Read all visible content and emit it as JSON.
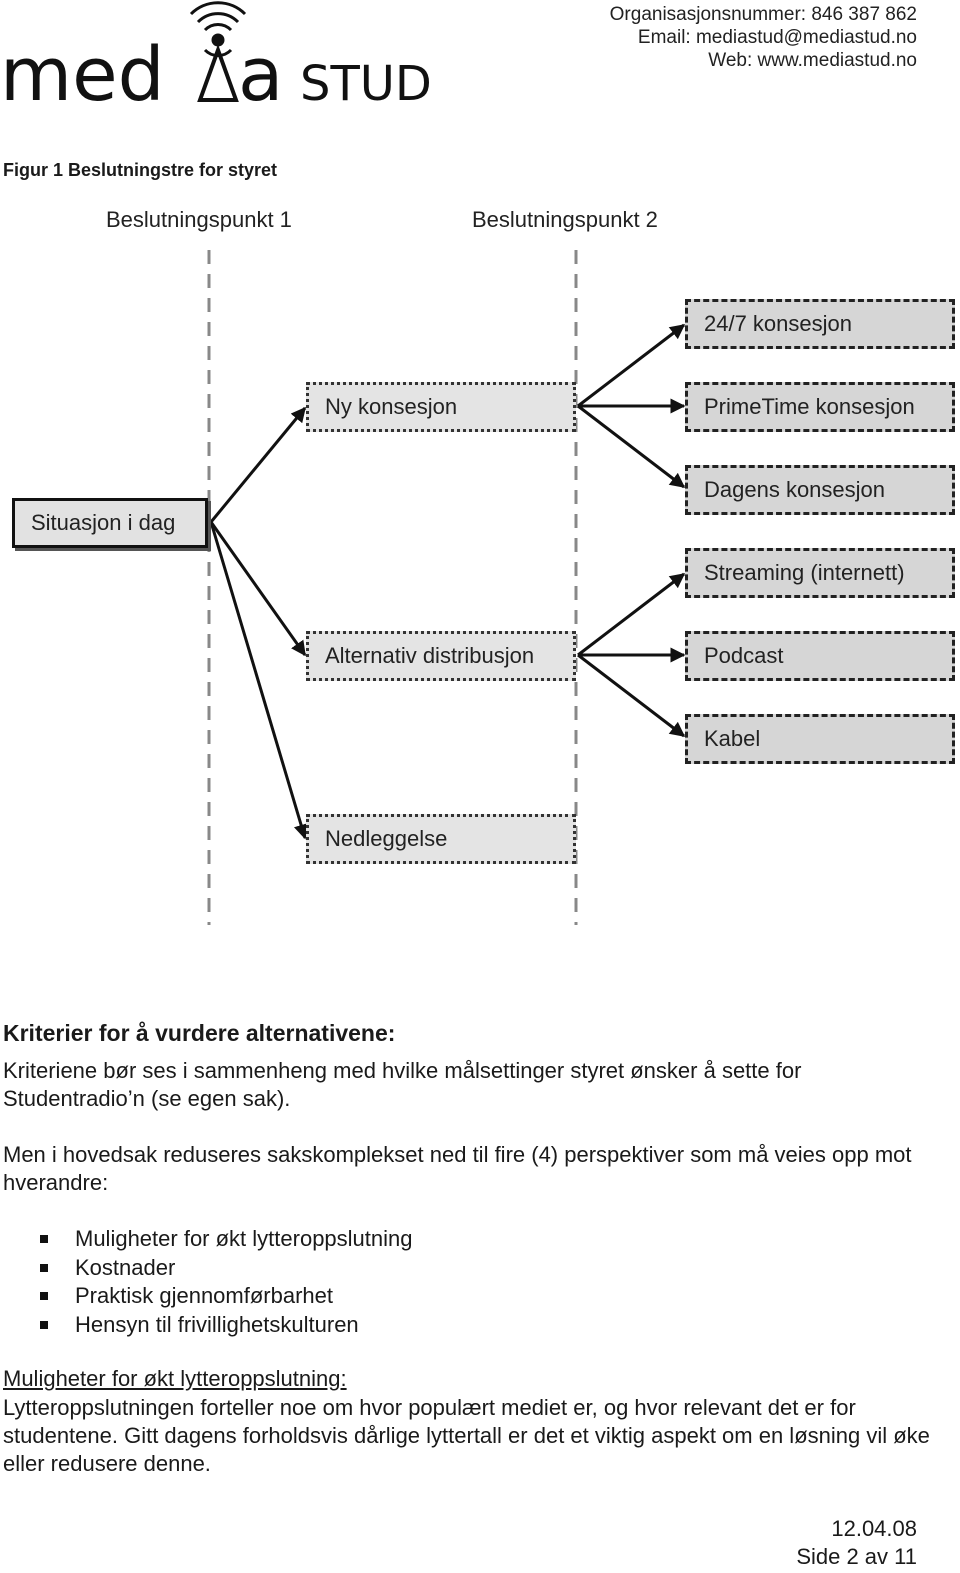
{
  "header": {
    "logo_text_a": "med",
    "logo_text_b": "a",
    "logo_text_c": "STUD",
    "org_number": "Organisasjonsnummer: 846 387 862",
    "email": "Email: mediastud@mediastud.no",
    "web": "Web: www.mediastud.no"
  },
  "figure": {
    "caption": "Figur 1 Beslutningstre for styret",
    "decision_point_1": "Beslutningspunkt 1",
    "decision_point_2": "Beslutningspunkt 2",
    "root": "Situasjon i dag",
    "level1": [
      "Ny konsesjon",
      "Alternativ distribusjon",
      "Nedleggelse"
    ],
    "level2_concession": [
      "24/7 konsesjon",
      "PrimeTime konsesjon",
      "Dagens konsesjon"
    ],
    "level2_distribution": [
      "Streaming (internett)",
      "Podcast",
      "Kabel"
    ]
  },
  "criteria": {
    "heading": "Kriterier for å vurdere alternativene:",
    "intro": "Kriteriene bør ses i sammenheng med hvilke målsettinger styret ønsker å sette for Studentradio’n (se egen sak).",
    "main": "Men i hovedsak reduseres sakskomplekset ned til fire (4) perspektiver som må veies opp mot hverandre:",
    "items": [
      "Muligheter for økt lytteroppslutning",
      "Kostnader",
      "Praktisk gjennomførbarhet",
      "Hensyn til frivillighetskulturen"
    ]
  },
  "section": {
    "heading": "Muligheter for økt lytteroppslutning:",
    "text": "Lytteroppslutningen forteller noe om hvor populært mediet er, og hvor relevant det er for studentene. Gitt dagens forholdsvis dårlige lyttertall er det et viktig aspekt om en løsning vil øke eller redusere denne."
  },
  "footer": {
    "date": "12.04.08",
    "page": "Side 2 av 11"
  }
}
